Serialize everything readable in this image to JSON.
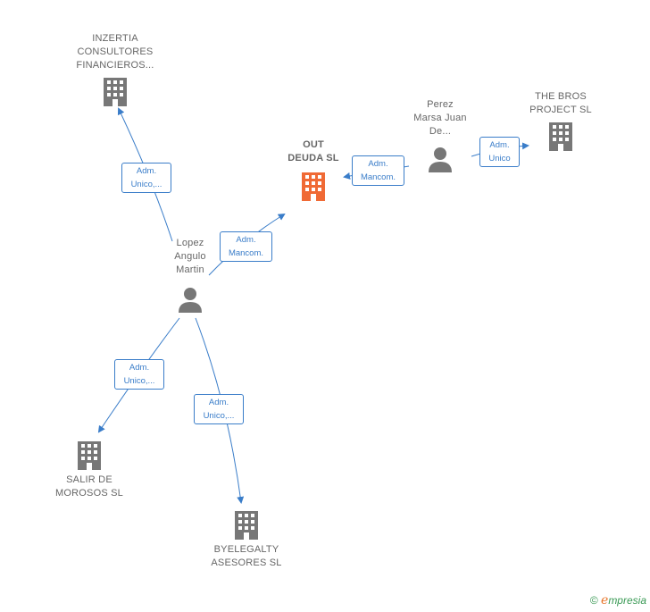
{
  "nodes": {
    "inzertia": {
      "label": "INZERTIA\nCONSULTORES\nFINANCIEROS..."
    },
    "out_deuda": {
      "label": "OUT\nDEUDA  SL"
    },
    "the_bros": {
      "label": "THE BROS\nPROJECT  SL"
    },
    "perez": {
      "label": "Perez\nMarsa Juan\nDe..."
    },
    "lopez": {
      "label": "Lopez\nAngulo\nMartin"
    },
    "salir": {
      "label": "SALIR DE\nMOROSOS  SL"
    },
    "byelegalty": {
      "label": "BYELEGALTY\nASESORES  SL"
    }
  },
  "edges": {
    "lopez_inzertia": {
      "label": "Adm.\nUnico,..."
    },
    "lopez_out": {
      "label": "Adm.\nMancom."
    },
    "perez_out": {
      "label": "Adm.\nMancom."
    },
    "perez_bros": {
      "label": "Adm.\nUnico"
    },
    "lopez_salir": {
      "label": "Adm.\nUnico,..."
    },
    "lopez_bye": {
      "label": "Adm.\nUnico,..."
    }
  },
  "colors": {
    "edge": "#3a7dc9",
    "building": "#777777",
    "main_building": "#f06a35",
    "person": "#777777"
  },
  "footer": {
    "copyright": "©",
    "brand_e": "e",
    "brand_rest": "mpresia"
  }
}
